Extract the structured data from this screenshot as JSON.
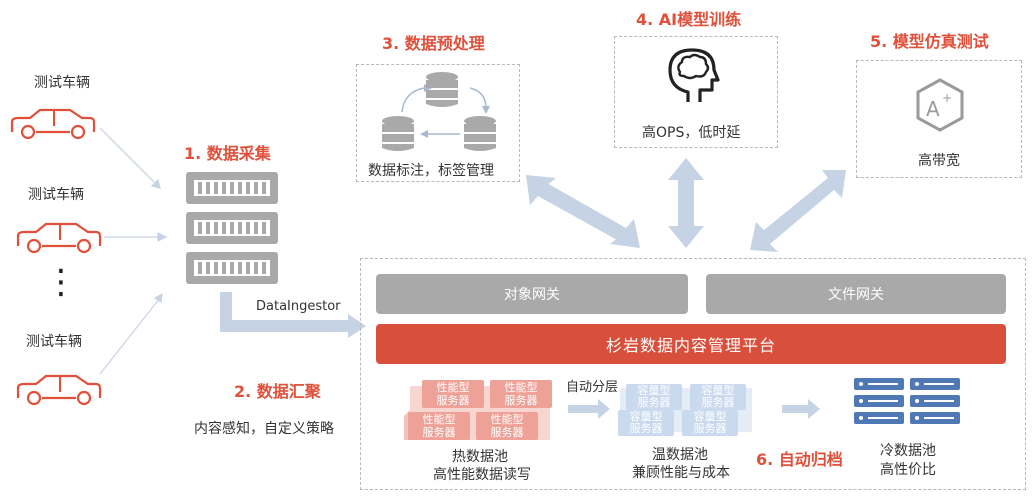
{
  "vehicles": {
    "labels": [
      "测试车辆",
      "测试车辆",
      "测试车辆"
    ],
    "dots": "⋮"
  },
  "steps": {
    "collect": "1. 数据采集",
    "converge": "2. 数据汇聚",
    "preprocess": "3. 数据预处理",
    "training": "4. AI模型训练",
    "simulation": "5. 模型仿真测试",
    "archive": "6. 自动归档"
  },
  "labels": {
    "ingestor": "DataIngestor",
    "converge_desc": "内容感知，自定义策略",
    "preprocess_desc": "数据标注，标签管理",
    "training_desc": "高OPS，低时延",
    "simulation_desc": "高带宽",
    "auto_tier": "自动分层"
  },
  "gateways": {
    "object": "对象网关",
    "file": "文件网关"
  },
  "platform": "杉岩数据内容管理平台",
  "pools": {
    "hot": {
      "server": "性能型\n服务器",
      "name": "热数据池",
      "desc": "高性能数据读写"
    },
    "warm": {
      "server": "容量型\n服务器",
      "name": "温数据池",
      "desc": "兼顾性能与成本"
    },
    "cold": {
      "name": "冷数据池",
      "desc": "高性价比"
    }
  },
  "colors": {
    "accent": "#e0503a",
    "platform": "#d8503b",
    "gateway": "#a9a9a9",
    "arrow": "#c6d3e4",
    "server_blue": "#4f78b5"
  }
}
